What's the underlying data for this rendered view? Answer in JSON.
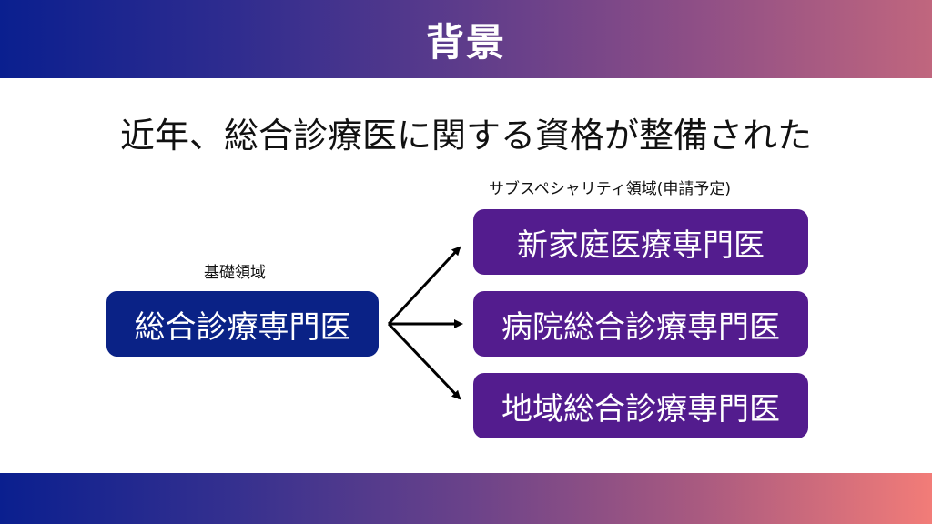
{
  "header": {
    "title": "背景"
  },
  "headline": "近年、総合診療医に関する資格が整備された",
  "left_label": "基礎領域",
  "right_label": "サブスペシャリティ領域(申請予定)",
  "base_box": {
    "label": "総合診療専門医",
    "color": "#0a2286"
  },
  "sub_boxes": [
    {
      "label": "新家庭医療専門医"
    },
    {
      "label": "病院総合診療専門医"
    },
    {
      "label": "地域総合診療専門医"
    }
  ],
  "colors": {
    "base": "#0a2286",
    "sub": "#531c8e"
  }
}
